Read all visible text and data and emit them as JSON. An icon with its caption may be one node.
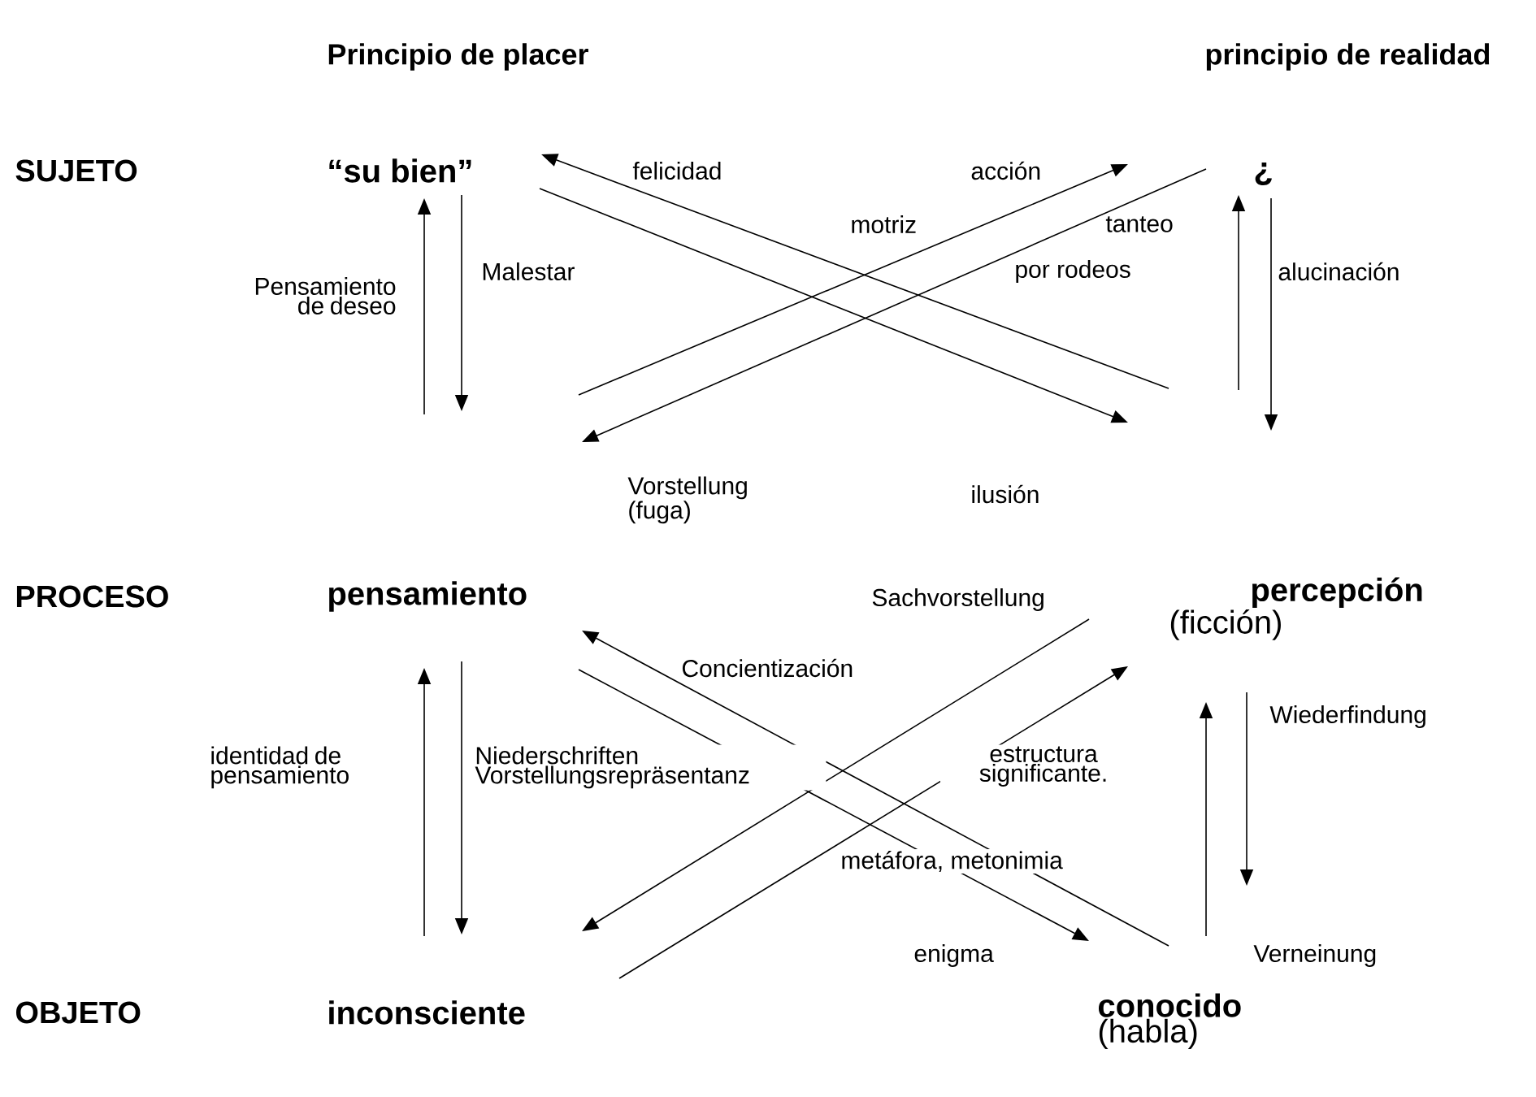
{
  "diagram": {
    "nodes": [
      {
        "text": [
          "“su bien”"
        ]
      },
      {
        "text": [
          "¿"
        ]
      },
      {
        "text": [
          "pensamiento"
        ]
      },
      {
        "text": [
          "percepción",
          "(ficción)"
        ]
      },
      {
        "text": [
          "inconsciente"
        ]
      },
      {
        "text": [
          "conocido",
          "(habla)"
        ]
      }
    ],
    "edges": [
      {
        "from": null,
        "to": 0,
        "arrow": "to"
      },
      {
        "from": 0,
        "to": null,
        "arrow": "to"
      },
      {
        "from": null,
        "to": 0,
        "arrow": "to"
      },
      {
        "from": null,
        "to": 1,
        "arrow": "to"
      },
      {
        "from": 1,
        "to": null,
        "arrow": "to"
      },
      {
        "from": 0,
        "to": null,
        "arrow": "to"
      },
      {
        "from": null,
        "to": 1,
        "arrow": "to"
      },
      {
        "from": 1,
        "to": null,
        "arrow": "to"
      },
      {
        "from": 4,
        "to": 2,
        "arrow": "to"
      },
      {
        "from": 2,
        "to": 4,
        "arrow": "to"
      },
      {
        "from": 5,
        "to": 2,
        "arrow": "to"
      },
      {
        "from": 2,
        "to": 5,
        "arrow": "to"
      },
      {
        "from": 3,
        "to": 4,
        "arrow": "to"
      },
      {
        "from": 4,
        "to": 3,
        "arrow": "to"
      },
      {
        "from": 5,
        "to": 3,
        "arrow": "to"
      },
      {
        "from": 3,
        "to": 5,
        "arrow": "to"
      }
    ],
    "labels": [
      "Principio de placer",
      "principio de realidad",
      "SUJETO",
      "felicidad",
      "acción",
      "motriz",
      "tanteo",
      "Pensamiento de deseo",
      "Malestar",
      "por rodeos",
      "alucinación",
      "Vorstellung (fuga)",
      "ilusión",
      "PROCESO",
      "Sachvorstellung",
      "Concientización",
      "Wiederfindung",
      "identidad de pensamiento",
      "Niederschriften Vorstellungsrepräsentanz",
      "estructura significante.",
      "metáfora, metonimia",
      "enigma",
      "Verneinung",
      "OBJETO"
    ]
  }
}
